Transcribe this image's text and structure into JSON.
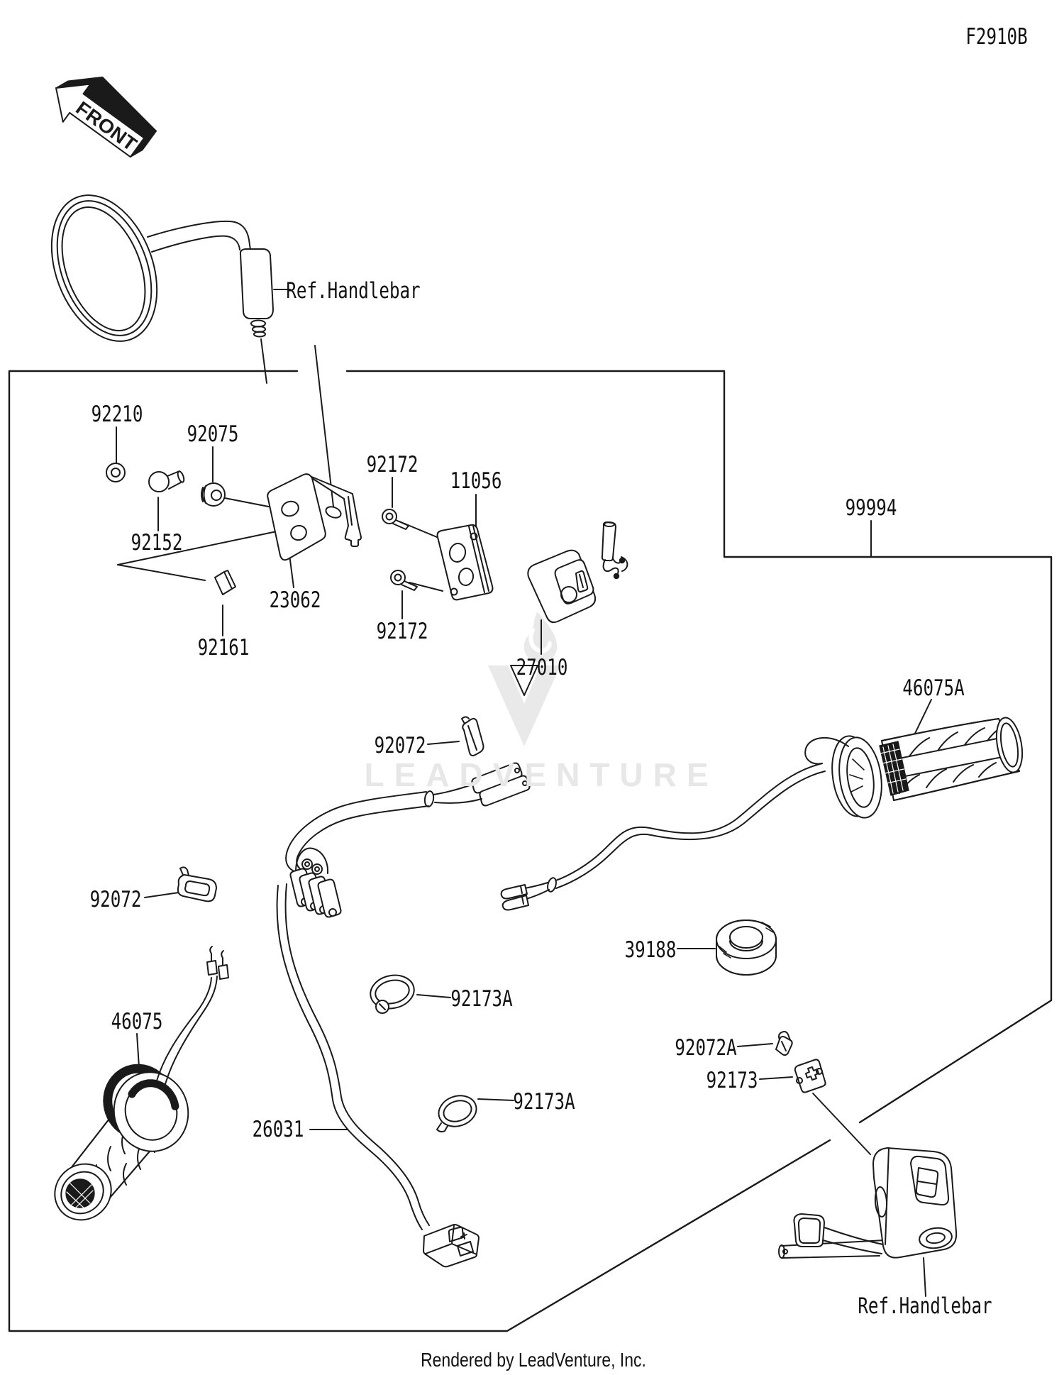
{
  "page": {
    "figure_code": "F2910B",
    "front_marker": "FRONT",
    "footer_credit": "Rendered by LeadVenture, Inc.",
    "watermark": {
      "text": "LEADVENTURE",
      "icon": "flame-v-logo",
      "color": "#e9e9e9"
    },
    "line_color": "#1a1a1a",
    "background": "#ffffff"
  },
  "diagram": {
    "kit_label": {
      "text": "99994"
    },
    "parts": [
      {
        "text": "92210"
      },
      {
        "text": "92075"
      },
      {
        "text": "92152"
      },
      {
        "text": "23062"
      },
      {
        "text": "92161"
      },
      {
        "text": "92172"
      },
      {
        "text": "11056"
      },
      {
        "text": "92172"
      },
      {
        "text": "27010"
      },
      {
        "text": "92072"
      },
      {
        "text": "46075A"
      },
      {
        "text": "92072"
      },
      {
        "text": "39188"
      },
      {
        "text": "92173A"
      },
      {
        "text": "46075"
      },
      {
        "text": "92173A"
      },
      {
        "text": "26031"
      },
      {
        "text": "92072A"
      },
      {
        "text": "92173"
      }
    ],
    "references": [
      {
        "text": "Ref.Handlebar"
      },
      {
        "text": "Ref.Handlebar"
      }
    ]
  }
}
